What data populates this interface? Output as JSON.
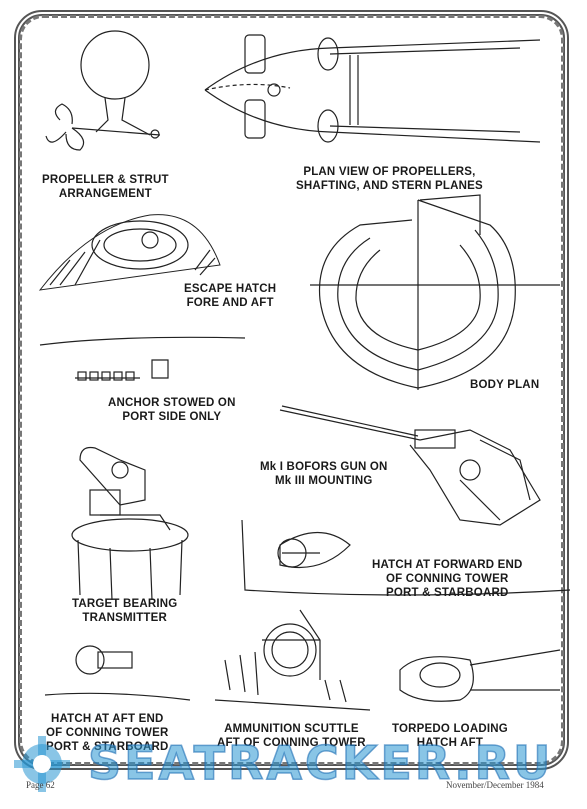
{
  "captions": {
    "propeller_strut": [
      "PROPELLER & STRUT",
      "ARRANGEMENT"
    ],
    "plan_view": [
      "PLAN VIEW OF PROPELLERS,",
      "SHAFTING, AND STERN PLANES"
    ],
    "escape_hatch": [
      "ESCAPE HATCH",
      "FORE AND AFT"
    ],
    "body_plan": [
      "BODY PLAN"
    ],
    "anchor": [
      "ANCHOR STOWED ON",
      "PORT SIDE ONLY"
    ],
    "bofors": [
      "Mk I BOFORS GUN ON",
      "Mk III MOUNTING"
    ],
    "hatch_forward": [
      "HATCH AT FORWARD END",
      "OF CONNING TOWER",
      "PORT & STARBOARD"
    ],
    "target_bearing": [
      "TARGET BEARING",
      "TRANSMITTER"
    ],
    "hatch_aft": [
      "HATCH AT AFT END",
      "OF CONNING TOWER",
      "PORT & STARBOARD"
    ],
    "ammunition": [
      "AMMUNITION SCUTTLE",
      "AFT OF CONNING TOWER"
    ],
    "torpedo": [
      "TORPEDO LOADING",
      "HATCH AFT"
    ]
  },
  "footer": {
    "page": "Page 62",
    "date": "November/December 1984"
  },
  "watermark": {
    "text": "SEATRACKER.RU",
    "color": "#2a8fd0"
  }
}
